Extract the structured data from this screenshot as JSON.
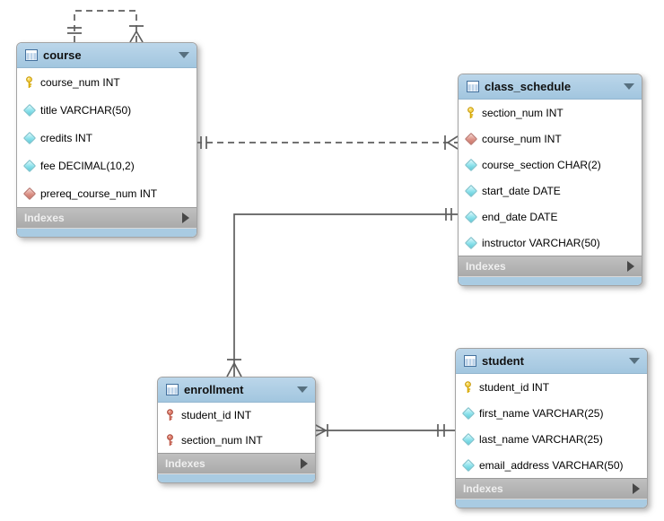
{
  "diagram": {
    "type": "eer-diagram",
    "colors": {
      "table_header": "#A9CBE2",
      "table_body": "#FFFFFF",
      "indexes_bar": "#B3B3B3",
      "primary_key_icon": "#F2C94C",
      "primary_foreign_key_icon": "#D96B5B",
      "foreign_key_icon": "#DB9186",
      "column_icon": "#8BE1EB",
      "connector_line": "#5E5E5E"
    },
    "tables": [
      {
        "name": "course",
        "footer_label": "Indexes",
        "columns": [
          {
            "icon": "primary-key",
            "text": "course_num INT"
          },
          {
            "icon": "column",
            "text": "title VARCHAR(50)"
          },
          {
            "icon": "column",
            "text": "credits INT"
          },
          {
            "icon": "column",
            "text": "fee DECIMAL(10,2)"
          },
          {
            "icon": "foreign-key",
            "text": "prereq_course_num INT"
          }
        ]
      },
      {
        "name": "class_schedule",
        "footer_label": "Indexes",
        "columns": [
          {
            "icon": "primary-key",
            "text": "section_num INT"
          },
          {
            "icon": "foreign-key",
            "text": "course_num INT"
          },
          {
            "icon": "column",
            "text": "course_section CHAR(2)"
          },
          {
            "icon": "column",
            "text": "start_date DATE"
          },
          {
            "icon": "column",
            "text": "end_date DATE"
          },
          {
            "icon": "column",
            "text": "instructor VARCHAR(50)"
          }
        ]
      },
      {
        "name": "enrollment",
        "footer_label": "Indexes",
        "columns": [
          {
            "icon": "primary-foreign-key",
            "text": "student_id INT"
          },
          {
            "icon": "primary-foreign-key",
            "text": "section_num INT"
          }
        ]
      },
      {
        "name": "student",
        "footer_label": "Indexes",
        "columns": [
          {
            "icon": "primary-key",
            "text": "student_id INT"
          },
          {
            "icon": "column",
            "text": "first_name VARCHAR(25)"
          },
          {
            "icon": "column",
            "text": "last_name VARCHAR(25)"
          },
          {
            "icon": "column",
            "text": "email_address VARCHAR(50)"
          }
        ]
      }
    ],
    "relationships": [
      {
        "from": "course",
        "to": "course",
        "style": "dashed",
        "cardinality": "one-to-many",
        "note": "self-reference"
      },
      {
        "from": "course",
        "to": "class_schedule",
        "style": "dashed",
        "cardinality": "one-to-many"
      },
      {
        "from": "class_schedule",
        "to": "enrollment",
        "style": "solid",
        "cardinality": "one-to-many"
      },
      {
        "from": "student",
        "to": "enrollment",
        "style": "solid",
        "cardinality": "one-to-many"
      }
    ]
  }
}
